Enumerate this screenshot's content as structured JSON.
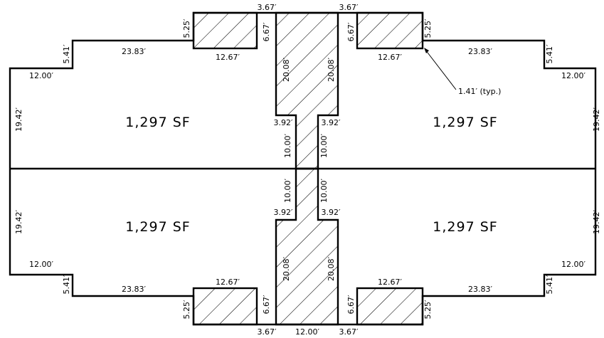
{
  "units": [
    {
      "area": "1,297 SF"
    },
    {
      "area": "1,297 SF"
    },
    {
      "area": "1,297 SF"
    },
    {
      "area": "1,297 SF"
    }
  ],
  "dimensions": {
    "d_367": "3.67′",
    "d_1200": "12.00′",
    "d_667": "6.67′",
    "d_525": "5.25′",
    "d_1267": "12.67′",
    "d_2008": "20.08′",
    "d_2383": "23.83′",
    "d_541": "5.41′",
    "d_1942": "19.42′",
    "d_392": "3.92′",
    "d_1000": "10.00′"
  },
  "note": "1.41′ (typ.)",
  "colors": {
    "line": "#000000",
    "background": "#ffffff"
  }
}
